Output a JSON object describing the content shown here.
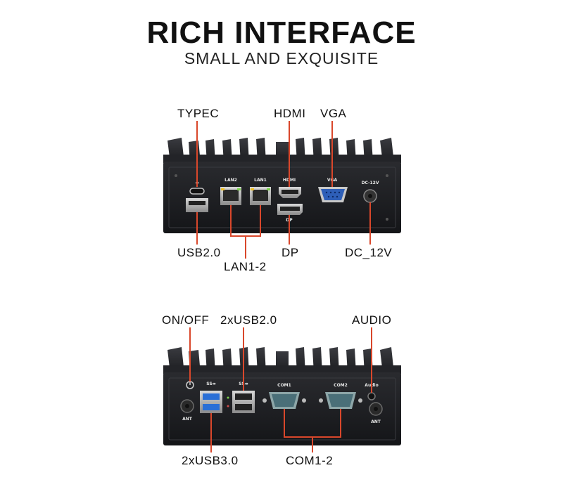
{
  "header": {
    "title": "RICH INTERFACE",
    "subtitle": "SMALL AND EXQUISITE"
  },
  "front_panel": {
    "labels": {
      "typec": "TYPEC",
      "hdmi": "HDMI",
      "vga": "VGA",
      "usb20": "USB2.0",
      "lan": "LAN1-2",
      "dp": "DP",
      "dc": "DC_12V"
    },
    "silkscreen": {
      "lan2": "LAN2",
      "lan1": "LAN1",
      "hdmi": "HDMI",
      "vga": "VGA",
      "dc": "DC-12V",
      "dp": "DP"
    }
  },
  "rear_panel": {
    "labels": {
      "onoff": "ON/OFF",
      "usb20x2": "2xUSB2.0",
      "audio": "AUDIO",
      "usb30x2": "2xUSB3.0",
      "com": "COM1-2"
    },
    "silkscreen": {
      "com1": "COM1",
      "com2": "COM2",
      "audio": "Audio",
      "ant_left": "ANT",
      "ant_right": "ANT"
    }
  },
  "colors": {
    "leader_line": "#d9472b",
    "chassis": "#1c1d20",
    "usb3_blue": "#2a6fd6",
    "vga_blue": "#2e5fb8"
  }
}
